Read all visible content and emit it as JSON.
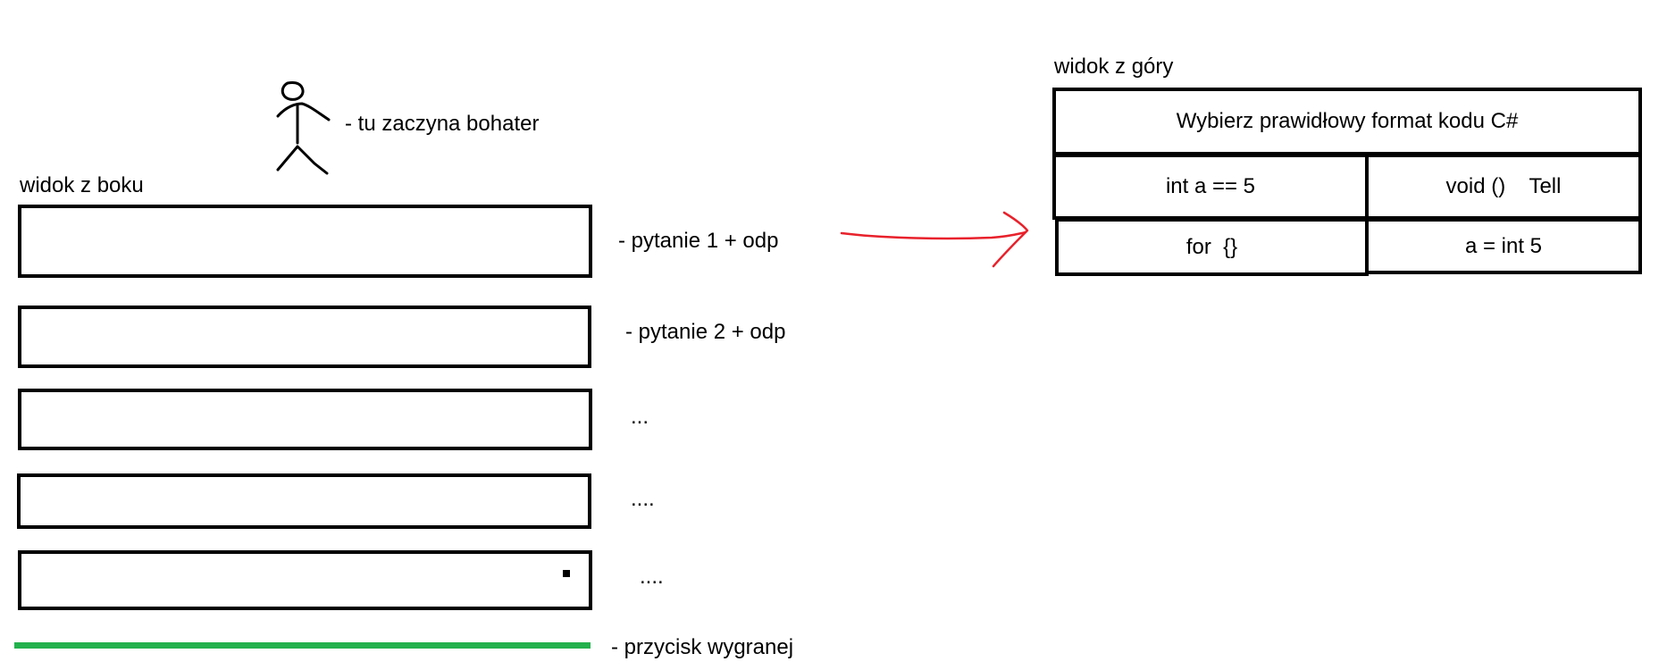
{
  "side_view": {
    "title": "widok z boku",
    "hero_label": "- tu zaczyna bohater",
    "platform_labels": [
      "- pytanie 1 + odp",
      "- pytanie 2 + odp",
      "...",
      "....",
      "...."
    ],
    "win_label": "- przycisk wygranej",
    "win_color": "#22b14c"
  },
  "top_view": {
    "title": "widok z góry",
    "question": "Wybierz prawidłowy format kodu C#",
    "answers": [
      "int a == 5",
      "void ()    Tell",
      "for  {}",
      "a = int 5"
    ]
  },
  "arrow_color": "#e8212b"
}
